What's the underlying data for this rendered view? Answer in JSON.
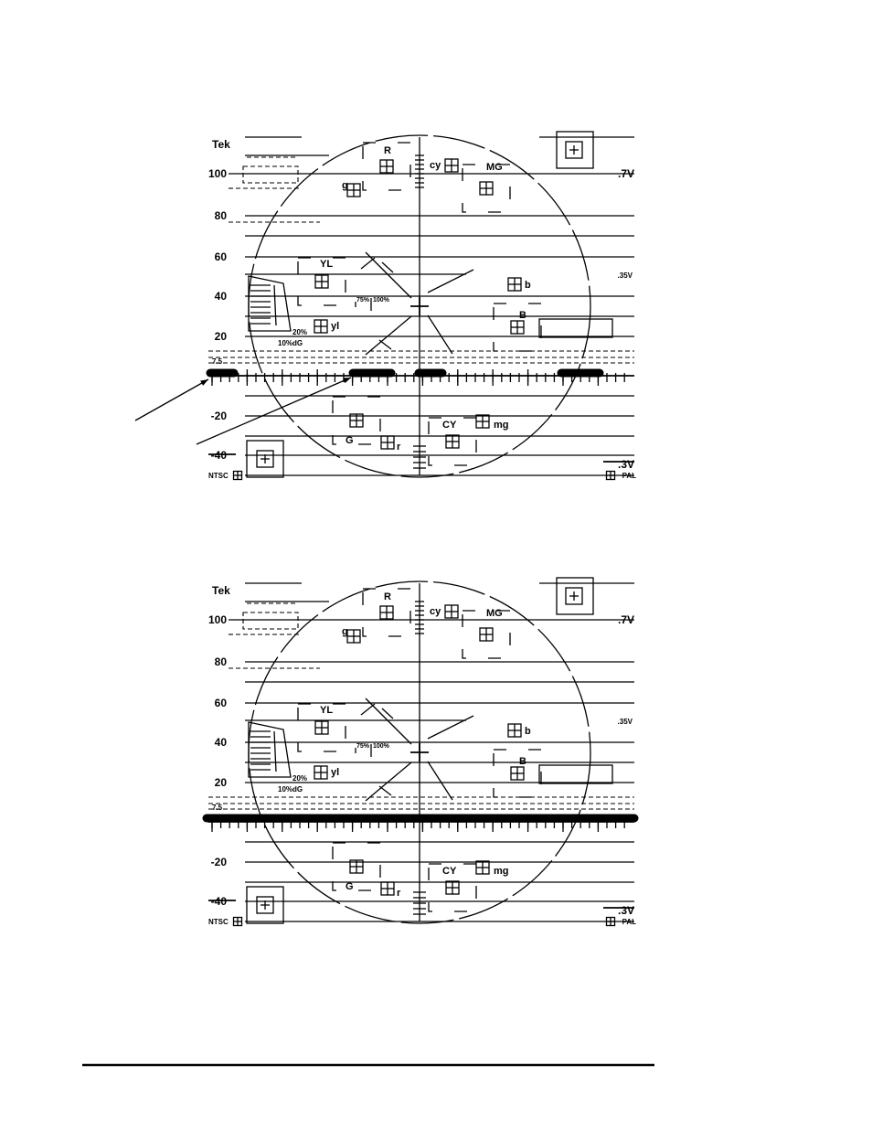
{
  "graticule": {
    "brand": "Tek",
    "ire_labels": [
      "100",
      "80",
      "60",
      "40",
      "20",
      "7.5",
      "-20",
      "-40"
    ],
    "volt_labels": [
      ".7V",
      ".35V",
      ".3V"
    ],
    "standard_left": "NTSC",
    "standard_right": "PAL",
    "percent_75": "75%",
    "percent_100": "100%",
    "dg_label": "10%dG",
    "dp_label": "20%",
    "vectors_upper": [
      "R",
      "MG",
      "YL",
      "B",
      "G",
      "CY"
    ],
    "vectors_lower": [
      "g",
      "cy",
      "yl",
      "b",
      "r",
      "mg"
    ]
  },
  "panels": [
    {
      "id": "top",
      "trace": "broken"
    },
    {
      "id": "bottom",
      "trace": "continuous"
    }
  ]
}
